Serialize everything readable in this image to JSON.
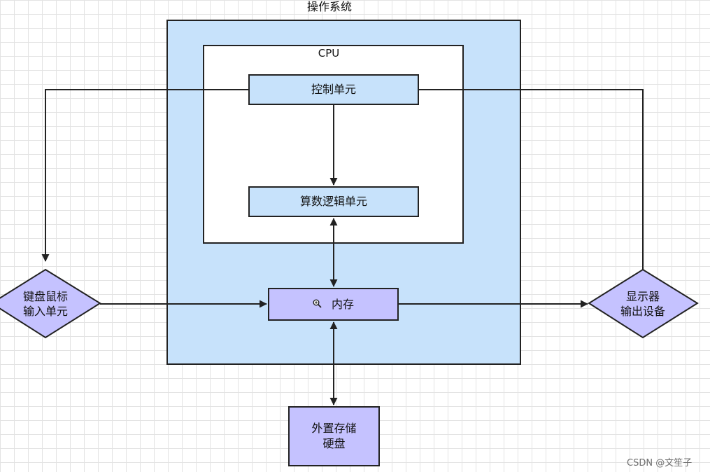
{
  "os": {
    "title": "操作系统"
  },
  "cpu": {
    "title": "CPU"
  },
  "control_unit": {
    "label": "控制单元"
  },
  "alu": {
    "label": "算数逻辑单元"
  },
  "memory": {
    "label": "内存",
    "icon": "zoom-in-icon"
  },
  "storage": {
    "line1": "外置存储",
    "line2": "硬盘"
  },
  "input": {
    "line1": "键盘鼠标",
    "line2": "输入单元"
  },
  "output": {
    "line1": "显示器",
    "line2": "输出设备"
  },
  "watermark": {
    "text": "CSDN @文笙子"
  },
  "colors": {
    "os_fill": "#c7e2fb",
    "unit_fill": "#c7e2fb",
    "memory_fill": "#c5c2ff",
    "device_fill": "#c5c2ff",
    "stroke": "#222222"
  }
}
